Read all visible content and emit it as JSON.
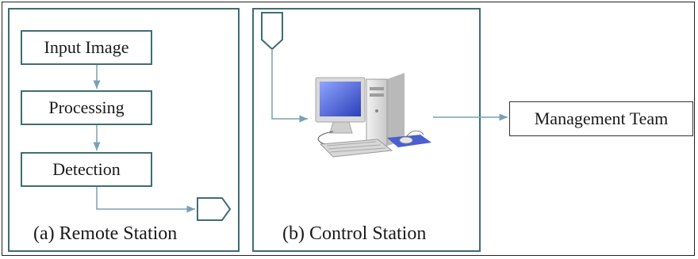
{
  "diagram": {
    "remote_station": {
      "caption": "(a) Remote Station",
      "steps": [
        "Input Image",
        "Processing",
        "Detection"
      ]
    },
    "control_station": {
      "caption": "(b) Control Station",
      "device": "computer-workstation-icon"
    },
    "output": {
      "label": "Management Team"
    },
    "colors": {
      "border": "#3f6d73",
      "arrow": "#7aa0b4",
      "monitor_screen": "#4a5fd0"
    }
  }
}
